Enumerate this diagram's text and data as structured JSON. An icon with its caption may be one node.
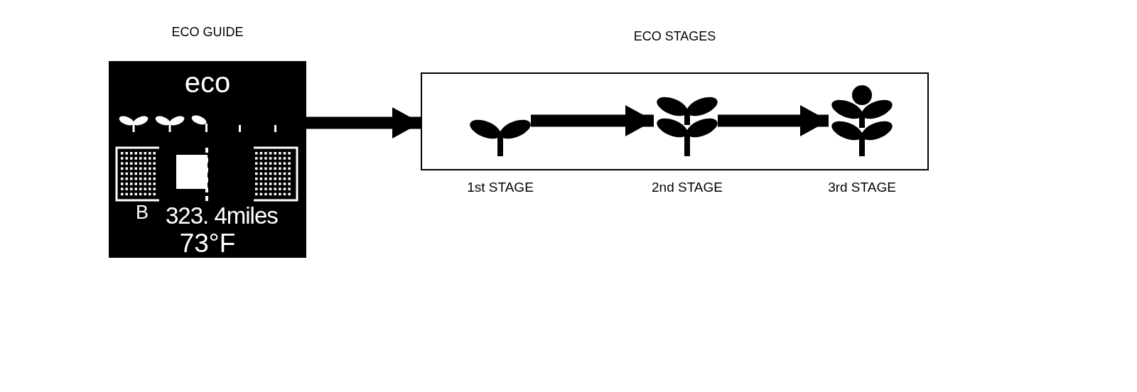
{
  "diagram": {
    "nodes": [
      {
        "text": [
          "ECO GUIDE",
          "eco",
          "B",
          "323. 4miles",
          "73°F"
        ]
      },
      {
        "text": [
          "ECO STAGES"
        ]
      },
      {
        "text": [],
        "shape": "picture",
        "in": 1,
        "beside": [
          "1st STAGE"
        ]
      },
      {
        "text": [],
        "shape": "picture",
        "in": 1,
        "beside": [
          "2nd STAGE"
        ]
      },
      {
        "text": [],
        "shape": "picture",
        "in": 1,
        "beside": [
          "3rd STAGE"
        ]
      }
    ],
    "edges": [
      {
        "from": 0,
        "to": 1,
        "arrow": "to"
      },
      {
        "from": 2,
        "to": 3,
        "arrow": "to"
      },
      {
        "from": 3,
        "to": 4,
        "arrow": "to"
      }
    ]
  }
}
